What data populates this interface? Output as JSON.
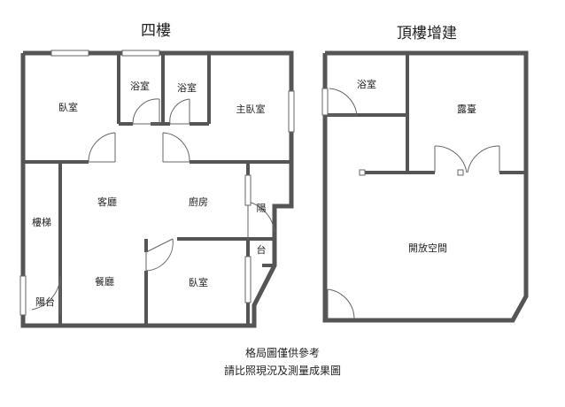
{
  "titles": {
    "fourth_floor": "四樓",
    "rooftop": "頂樓增建"
  },
  "rooms": {
    "bedroom_nw": "臥室",
    "bath_1": "浴室",
    "bath_2": "浴室",
    "master_bedroom": "主臥室",
    "living_room": "客廳",
    "kitchen": "廚房",
    "balcony_right_1": "陽",
    "balcony_right_2": "台",
    "stairs": "樓梯",
    "balcony_left": "陽台",
    "dining_room": "餐廳",
    "bedroom_s": "臥室",
    "roof_bath": "浴室",
    "terrace": "露臺",
    "open_space": "開放空間"
  },
  "notes": {
    "line1": "格局圖僅供參考",
    "line2": "請比照現況及測量成果圖"
  }
}
